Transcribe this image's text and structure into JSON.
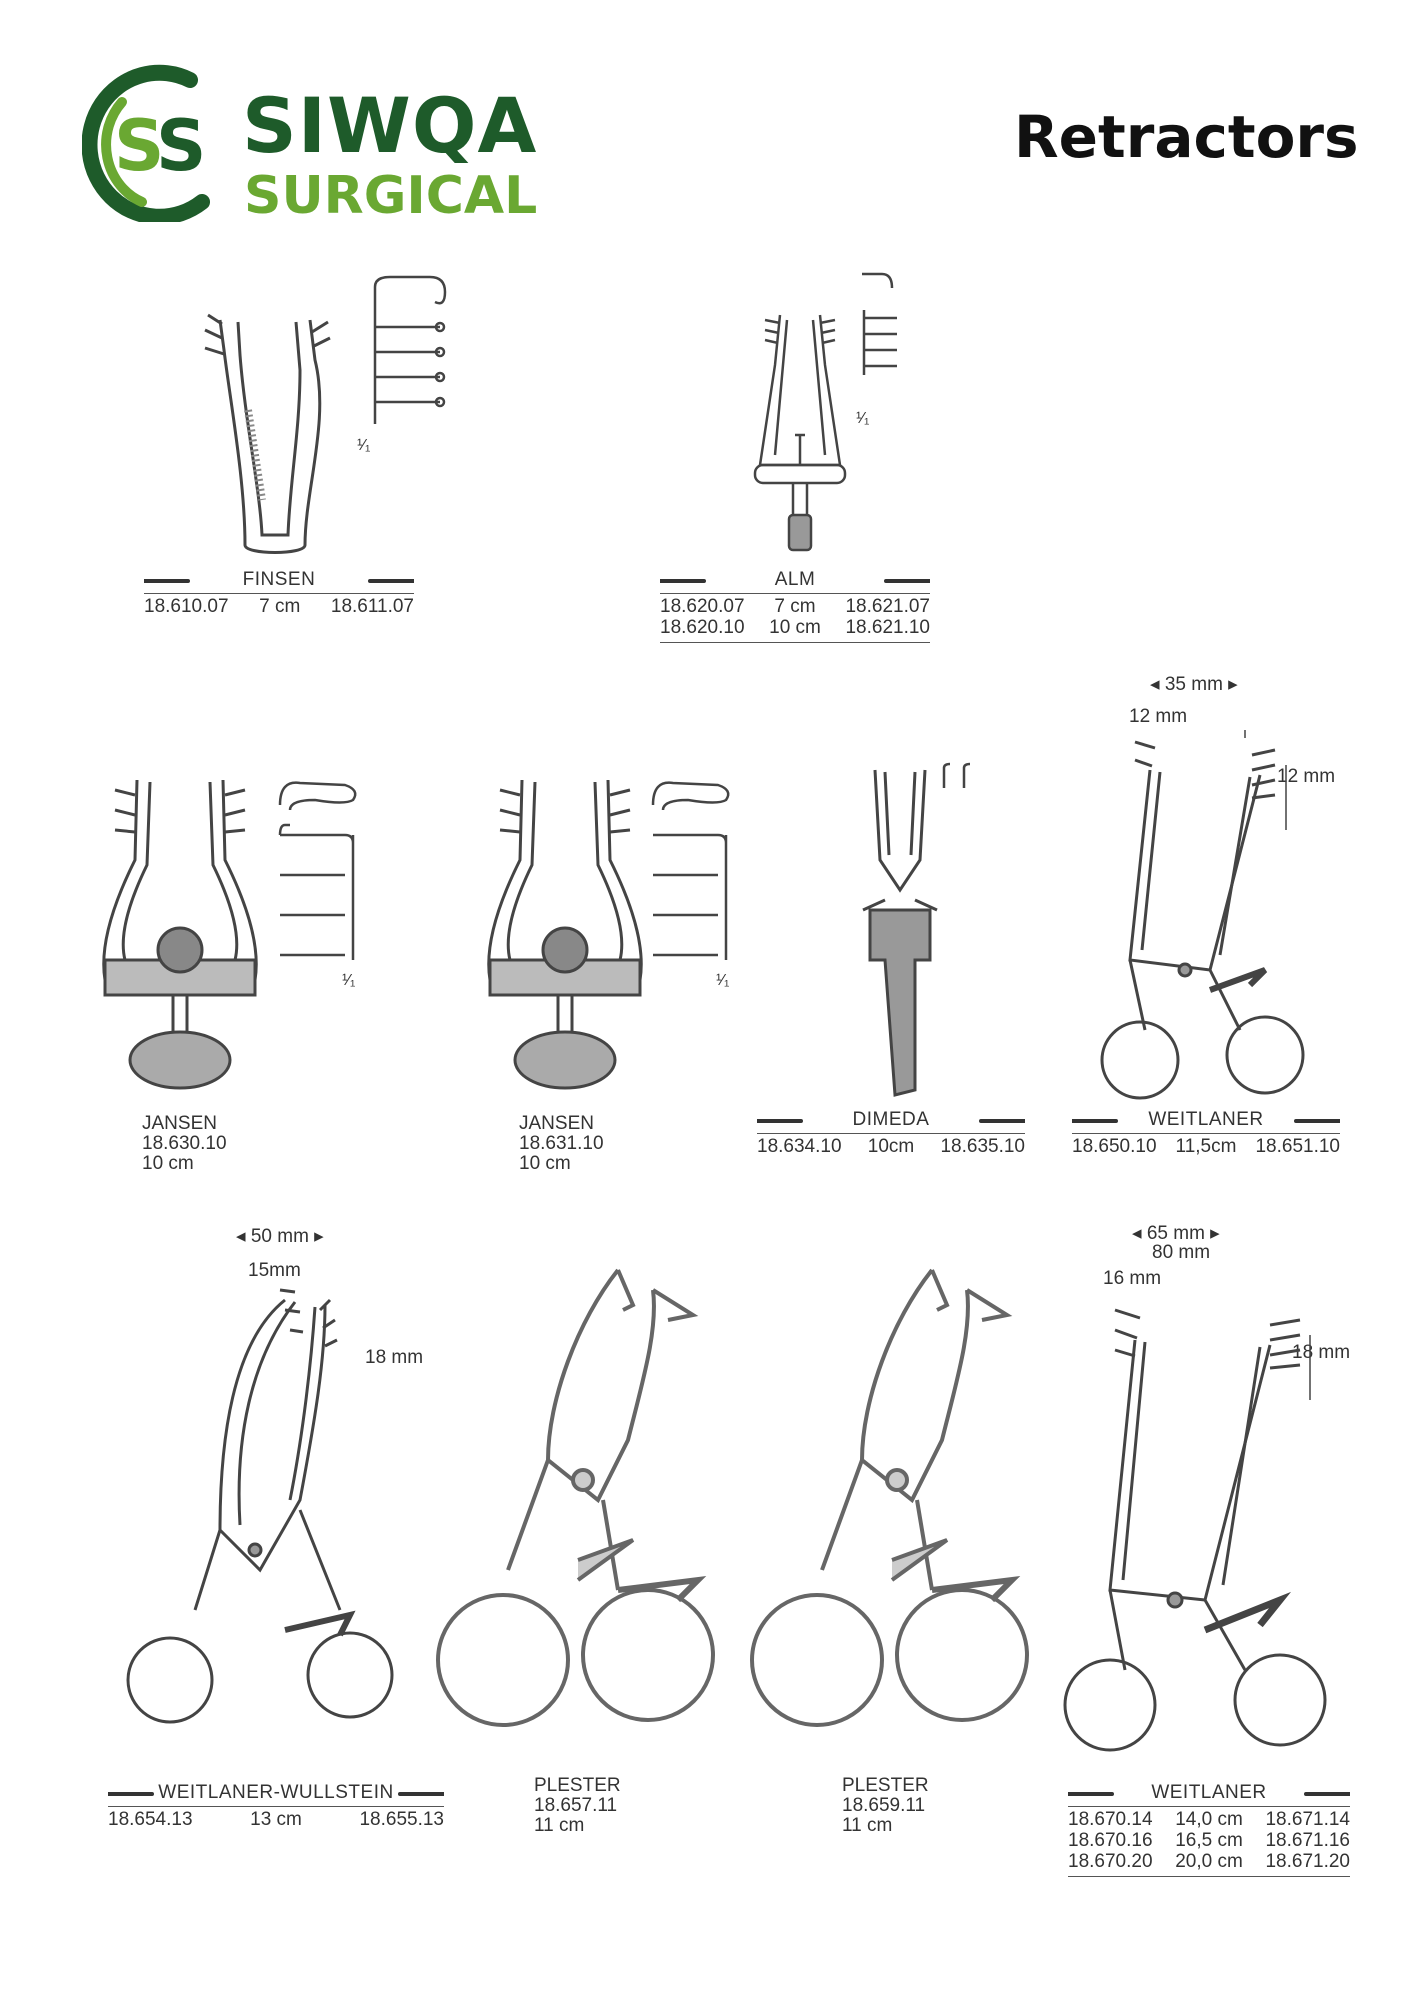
{
  "brand": {
    "line1": "SIWQA",
    "line2": "SURGICAL",
    "mark": "SS",
    "dark": "#1e5b2a",
    "light": "#6aa832"
  },
  "page_title": "Retractors",
  "scale": "¹⁄₁",
  "items": {
    "finsen": {
      "name": "FINSEN",
      "rows": [
        [
          "18.610.07",
          "7 cm",
          "18.611.07"
        ]
      ]
    },
    "alm": {
      "name": "ALM",
      "rows": [
        [
          "18.620.07",
          "7 cm",
          "18.621.07"
        ],
        [
          "18.620.10",
          "10 cm",
          "18.621.10"
        ]
      ]
    },
    "jansen1": {
      "name": "JANSEN",
      "code": "18.630.10",
      "size": "10 cm"
    },
    "jansen2": {
      "name": "JANSEN",
      "code": "18.631.10",
      "size": "10 cm"
    },
    "dimeda": {
      "name": "DIMEDA",
      "rows": [
        [
          "18.634.10",
          "10cm",
          "18.635.10"
        ]
      ]
    },
    "weitlaner1": {
      "name": "WEITLANER",
      "rows": [
        [
          "18.650.10",
          "11,5cm",
          "18.651.10"
        ]
      ],
      "dims": {
        "width": "35 mm",
        "gap": "12 mm",
        "depth": "12 mm"
      }
    },
    "wullstein": {
      "name": "WEITLANER-WULLSTEIN",
      "rows": [
        [
          "18.654.13",
          "13 cm",
          "18.655.13"
        ]
      ],
      "dims": {
        "width": "50 mm",
        "gap": "15mm",
        "depth": "18 mm"
      }
    },
    "plester1": {
      "name": "PLESTER",
      "code": "18.657.11",
      "size": "11 cm"
    },
    "plester2": {
      "name": "PLESTER",
      "code": "18.659.11",
      "size": "11 cm"
    },
    "weitlaner2": {
      "name": "WEITLANER",
      "rows": [
        [
          "18.670.14",
          "14,0 cm",
          "18.671.14"
        ],
        [
          "18.670.16",
          "16,5 cm",
          "18.671.16"
        ],
        [
          "18.670.20",
          "20,0 cm",
          "18.671.20"
        ]
      ],
      "dims": {
        "width1": "65 mm",
        "width2": "80 mm",
        "gap": "16 mm",
        "depth": "18 mm"
      }
    }
  }
}
